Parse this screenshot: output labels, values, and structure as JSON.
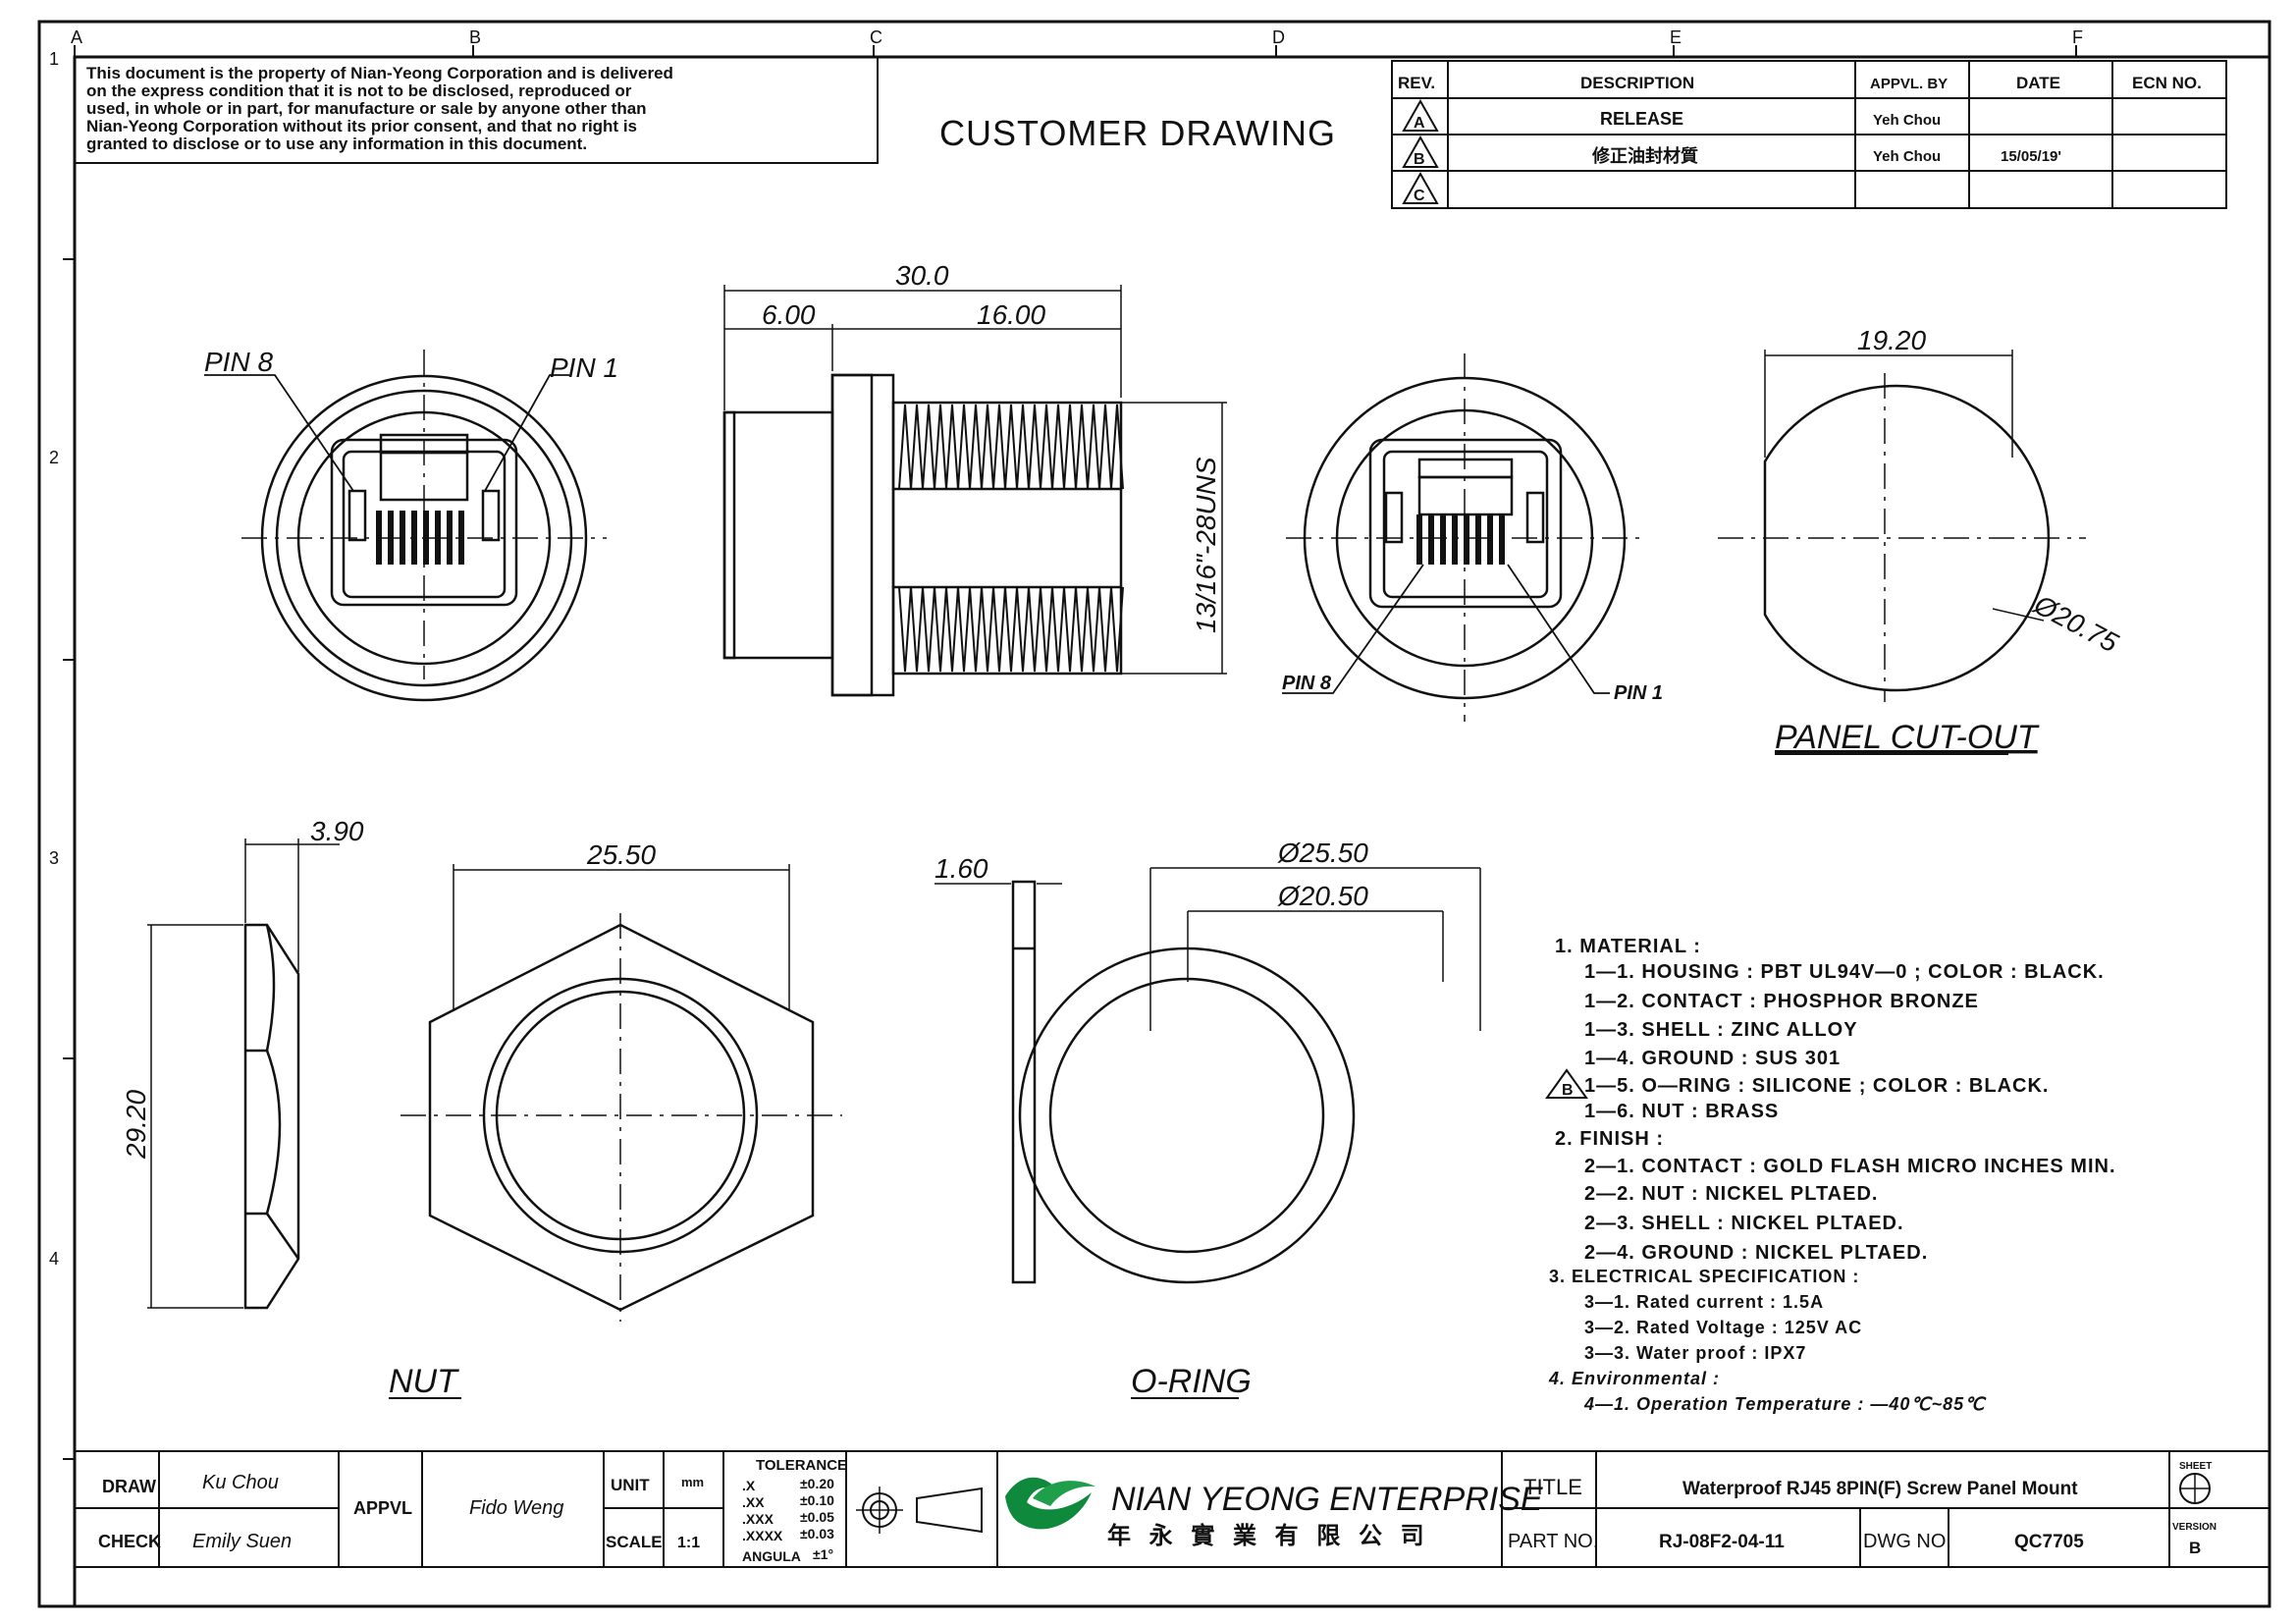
{
  "zones": {
    "columns": [
      "A",
      "B",
      "C",
      "D",
      "E",
      "F"
    ],
    "rows": [
      "1",
      "2",
      "3",
      "4"
    ]
  },
  "notice": [
    "This document is the property of Nian-Yeong Corporation and is delivered",
    "on  the   express condition that it is not to be disclosed, reproduced or",
    "used, in whole or in part, for manufacture or sale by anyone other than",
    "Nian-Yeong Corporation without  its prior consent, and that  no right  is",
    "granted to disclose or to use any information in this  document."
  ],
  "drawing_title": "CUSTOMER  DRAWING",
  "revision_table": {
    "headers": [
      "REV.",
      "DESCRIPTION",
      "APPVL. BY",
      "DATE",
      "ECN NO."
    ],
    "rows": [
      {
        "rev": "A",
        "description": "RELEASE",
        "appvl": "Yeh Chou",
        "date": "",
        "ecn": ""
      },
      {
        "rev": "B",
        "description": "修正油封材質",
        "appvl": "Yeh Chou",
        "date": "15/05/19'",
        "ecn": ""
      },
      {
        "rev": "C",
        "description": "",
        "appvl": "",
        "date": "",
        "ecn": ""
      }
    ]
  },
  "dimensions": {
    "overall_length": "30.0",
    "flange_length": "6.00",
    "thread_length": "16.00",
    "thread_spec": "13/16\"-28UNS",
    "pin8": "PIN 8",
    "pin1": "PIN 1",
    "cutout_width": "19.20",
    "cutout_dia": "Ø20.75",
    "nut_thickness": "3.90",
    "nut_height": "29.20",
    "nut_width": "25.50",
    "oring_thickness": "1.60",
    "oring_od": "Ø25.50",
    "oring_id": "Ø20.50"
  },
  "view_labels": {
    "panel_cutout": "PANEL  CUT-OUT",
    "nut": "NUT",
    "oring": "O-RING"
  },
  "notes": [
    "1.  MATERIAL  :",
    "1—1.  HOUSING  :  PBT  UL94V—0  ;  COLOR  :  BLACK.",
    "1—2.  CONTACT  :  PHOSPHOR  BRONZE",
    "1—3.  SHELL  :  ZINC  ALLOY",
    "1—4.  GROUND  :  SUS  301",
    "1—5.  O—RING  :  SILICONE  ;  COLOR  :  BLACK.",
    "1—6.  NUT  :  BRASS",
    "2.  FINISH  :",
    "2—1.  CONTACT  :  GOLD  FLASH  MICRO  INCHES  MIN.",
    "2—2.  NUT  :  NICKEL  PLTAED.",
    "2—3.  SHELL  :  NICKEL  PLTAED.",
    "2—4.  GROUND  :  NICKEL  PLTAED.",
    "3.  ELECTRICAL  SPECIFICATION  :",
    "3—1.  Rated  current  :  1.5A",
    "3—2.  Rated  Voltage  :  125V  AC",
    "3—3.  Water  proof  :  IPX7",
    "4.  Environmental  :",
    "4—1.  Operation  Temperature  :  —40℃~85℃"
  ],
  "note_rev_marker": "B",
  "title_block": {
    "draw_label": "DRAW",
    "draw_name": "Ku Chou",
    "check_label": "CHECK",
    "check_name": "Emily Suen",
    "appvl_label": "APPVL",
    "appvl_name": "Fido Weng",
    "unit_label": "UNIT",
    "unit_value": "mm",
    "scale_label": "SCALE",
    "scale_value": "1:1",
    "tolerance_title": "TOLERANCE",
    "tolerance_rows": [
      {
        "k": ".X",
        "v": "±0.20"
      },
      {
        "k": ".XX",
        "v": "±0.10"
      },
      {
        "k": ".XXX",
        "v": "±0.05"
      },
      {
        "k": ".XXXX",
        "v": "±0.03"
      },
      {
        "k": "ANGULA",
        "v": "±1°"
      }
    ],
    "company_en": "NIAN YEONG ENTERPRISE",
    "company_zh": "年 永 實 業 有 限 公 司",
    "title_label": "TITLE",
    "title_value": "Waterproof  RJ45  8PIN(F)  Screw  Panel  Mount",
    "part_label": "PART  NO.",
    "part_value": "RJ-08F2-04-11",
    "dwg_label": "DWG  NO.",
    "dwg_value": "QC7705",
    "sheet_label": "SHEET",
    "version_label": "VERSION",
    "version_value": "B"
  }
}
